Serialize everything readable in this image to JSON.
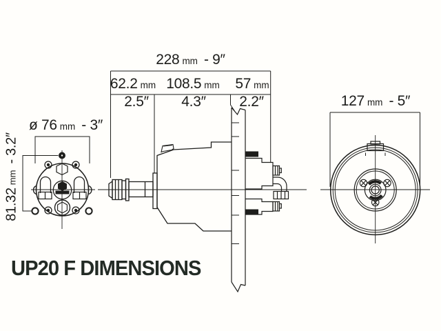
{
  "background_color": "#fffefb",
  "line_color": "#1e1e1c",
  "title": {
    "text": "UP20 F DIMENSIONS",
    "color": "#232b25"
  },
  "views": {
    "flange_front": {
      "bolt_circle": {
        "value_mm": "ø 76",
        "unit_mm": "mm",
        "value_in": "- 3″"
      },
      "bolt_spacing": {
        "value_mm": "81.32",
        "unit_mm": "mm",
        "value_in": "- 3.2″"
      }
    },
    "pump_side": {
      "overall_length": {
        "value_mm": "228",
        "unit_mm": "mm",
        "value_in": "- 9″"
      },
      "segments": [
        {
          "value_mm": "62.2",
          "unit_mm": "mm",
          "value_in": "2.5″"
        },
        {
          "value_mm": "108.5",
          "unit_mm": "mm",
          "value_in": "4.3″"
        },
        {
          "value_mm": "57",
          "unit_mm": "mm",
          "value_in": "2.2″"
        }
      ]
    },
    "pump_rear": {
      "diameter": {
        "value_mm": "127",
        "unit_mm": "mm",
        "value_in": "- 5″"
      }
    }
  }
}
